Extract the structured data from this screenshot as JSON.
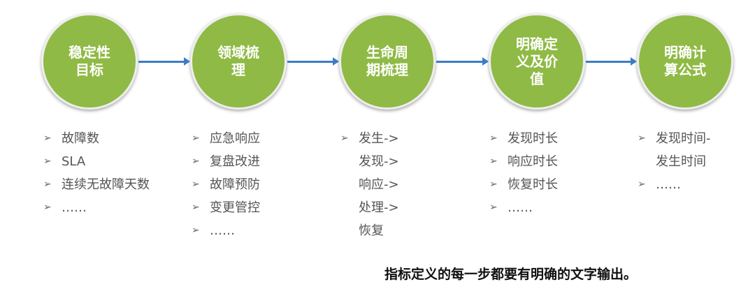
{
  "steps": [
    {
      "title": "稳定性\n目标",
      "items": [
        "故障数",
        "SLA",
        "连续无故障天数",
        "……"
      ]
    },
    {
      "title": "领域梳\n理",
      "items": [
        "应急响应",
        "复盘改进",
        "故障预防",
        "变更管控",
        "……"
      ]
    },
    {
      "title": "生命周\n期梳理",
      "items": [
        "发生->",
        "发现->",
        "响应->",
        "处理->",
        "恢复"
      ]
    },
    {
      "title": "明确定\n义及价\n值",
      "items": [
        "发现时长",
        "响应时长",
        "恢复时长",
        "……"
      ]
    },
    {
      "title": "明确计\n算公式",
      "items": [
        "发现时间-",
        "发生时间",
        "……"
      ]
    }
  ],
  "caption": "指标定义的每一步都要有明确的文字输出。",
  "colors": {
    "circle": "#8fba45",
    "arrow": "#3b7dc4"
  }
}
